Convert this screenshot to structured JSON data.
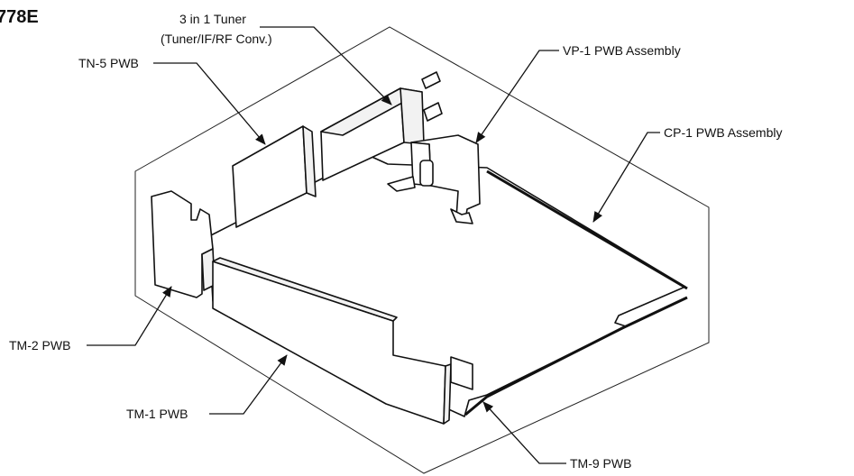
{
  "diagram": {
    "model_label": "778E",
    "labels": {
      "tuner_line1": "3 in 1 Tuner",
      "tuner_line2": "(Tuner/IF/RF Conv.)",
      "tn5": "TN-5 PWB",
      "vp1": "VP-1 PWB Assembly",
      "cp1": "CP-1 PWB Assembly",
      "tm2": "TM-2 PWB",
      "tm1": "TM-1 PWB",
      "tm9": "TM-9 PWB"
    }
  }
}
